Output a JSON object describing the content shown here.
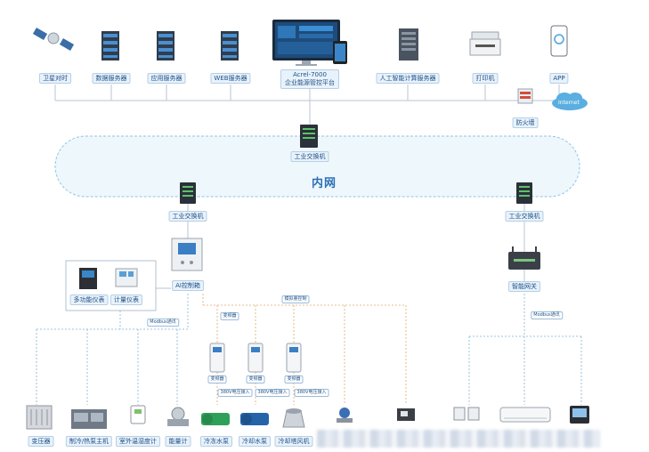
{
  "title": "内网",
  "top_nodes": {
    "satellite": "卫星对时",
    "data_server": "数据服务器",
    "app_server": "应用服务器",
    "web_server": "WEB服务器",
    "platform_line1": "Acrel-7000",
    "platform_line2": "企业能源管控平台",
    "ai_server": "人工智能计算服务器",
    "printer": "打印机",
    "app": "APP",
    "firewall": "防火墙",
    "internet": "Internet"
  },
  "switches": {
    "core": "工业交换机",
    "left": "工业交换机",
    "right": "工业交换机"
  },
  "controllers": {
    "ai_cabinet": "AI控制箱",
    "gateway": "智能网关",
    "multi_meter": "多功能仪表",
    "metering_meter": "计量仪表"
  },
  "link_labels": {
    "modbus_left": "Modbus通讯",
    "modbus_right": "Modbus通讯",
    "vfd": "变频器",
    "analog": "模拟量控制"
  },
  "vfds": {
    "labels": [
      "变频器",
      "变频器",
      "变频器"
    ],
    "inputs": [
      "380V电压接入",
      "380V电压接入",
      "380V电压接入"
    ]
  },
  "bottom_devices": [
    "变压器",
    "制冷/热泵主机",
    "室外温湿度计",
    "能量计",
    "冷冻水泵",
    "冷却水泵",
    "冷却塔风机"
  ],
  "colors": {
    "line": "#b9c6d4",
    "dashed_blue": "#7fb3d5",
    "dashed_orange": "#e0a96d",
    "label_bg": "#e8f2fb",
    "label_text": "#1e4f86",
    "cloud": "#5aaee0"
  }
}
